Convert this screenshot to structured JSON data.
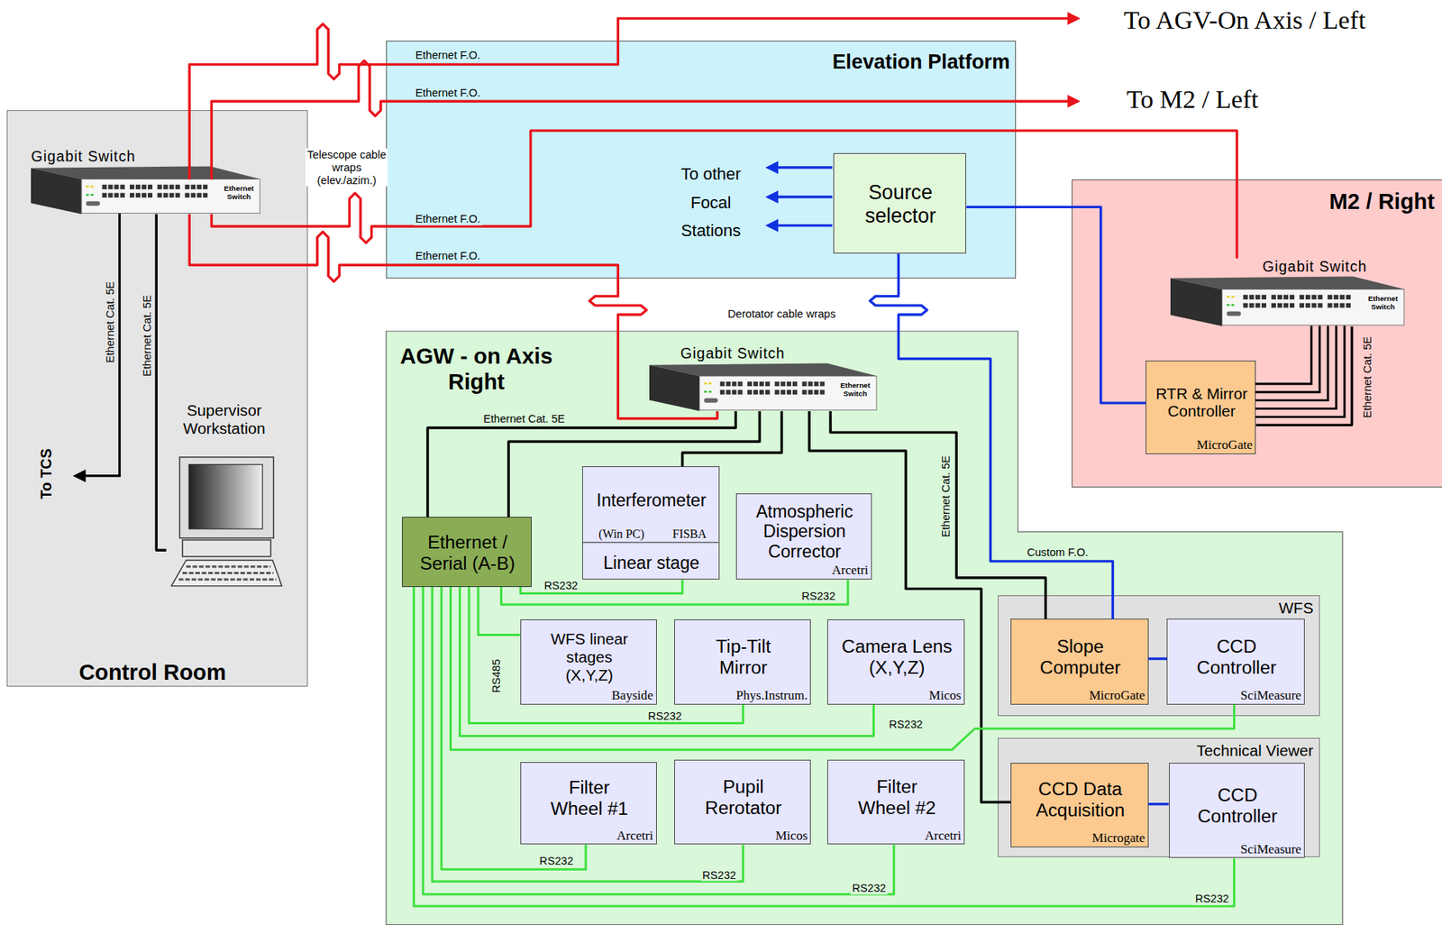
{
  "diagram": {
    "nodes": [
      {
        "text": [
          "Control Room"
        ]
      },
      {
        "text": [
          "Gigabit Switch",
          "Ethernet Switch"
        ],
        "in": 0
      },
      {
        "text": [
          "Supervisor Workstation"
        ],
        "in": 0
      },
      {
        "text": [
          "Elevation Platform"
        ]
      },
      {
        "text": [
          "Source selector"
        ],
        "in": 3
      },
      {
        "text": [
          "M2 / Right"
        ]
      },
      {
        "text": [
          "Gigabit Switch",
          "Ethernet Switch"
        ],
        "in": 5
      },
      {
        "text": [
          "RTR & Mirror Controller",
          "MicroGate"
        ],
        "in": 5
      },
      {
        "text": [
          "AGW - on Axis Right"
        ]
      },
      {
        "text": [
          "Gigabit Switch",
          "Ethernet Switch"
        ],
        "in": 8
      },
      {
        "text": [
          "Ethernet / Serial (A-B)"
        ],
        "in": 8
      },
      {
        "text": [
          "Interferometer",
          "(Win PC)",
          "FISBA",
          "Linear stage"
        ],
        "in": 8
      },
      {
        "text": [
          "Atmospheric Dispersion Corrector",
          "Arcetri"
        ],
        "in": 8
      },
      {
        "text": [
          "WFS linear stages (X,Y,Z)",
          "Bayside"
        ],
        "in": 8
      },
      {
        "text": [
          "Tip-Tilt Mirror",
          "Phys.Instrum."
        ],
        "in": 8
      },
      {
        "text": [
          "Camera Lens (X,Y,Z)",
          "Micos"
        ],
        "in": 8
      },
      {
        "text": [
          "Filter Wheel #1",
          "Arcetri"
        ],
        "in": 8
      },
      {
        "text": [
          "Pupil Rerotator",
          "Micos"
        ],
        "in": 8
      },
      {
        "text": [
          "Filter Wheel #2",
          "Arcetri"
        ],
        "in": 8
      },
      {
        "text": [
          "WFS"
        ],
        "in": 8
      },
      {
        "text": [
          "Slope Computer",
          "MicroGate"
        ],
        "in": 19
      },
      {
        "text": [
          "CCD Controller",
          "SciMeasure"
        ],
        "in": 19
      },
      {
        "text": [
          "Technical Viewer"
        ],
        "in": 8
      },
      {
        "text": [
          "CCD Data Acquisition",
          "Microgate"
        ],
        "in": 22
      },
      {
        "text": [
          "CCD Controller",
          "SciMeasure"
        ],
        "in": 22
      }
    ],
    "edges": [
      {
        "from": 1,
        "to": 2,
        "arrow": "none",
        "label": "Ethernet Cat. 5E"
      },
      {
        "from": 1,
        "to": 6,
        "arrow": "none",
        "label": "Ethernet F.O."
      },
      {
        "from": 1,
        "to": 9,
        "arrow": "none",
        "label": "Ethernet F.O."
      },
      {
        "from": 4,
        "to": 7,
        "arrow": "none"
      },
      {
        "from": 4,
        "to": 20,
        "arrow": "none",
        "label": "Custom F.O."
      },
      {
        "from": 6,
        "to": 7,
        "arrow": "none",
        "label": "Ethernet Cat. 5E"
      },
      {
        "from": 9,
        "to": 10,
        "arrow": "none",
        "label": "Ethernet Cat. 5E"
      },
      {
        "from": 9,
        "to": 10,
        "arrow": "none"
      },
      {
        "from": 9,
        "to": 11,
        "arrow": "none"
      },
      {
        "from": 9,
        "to": 20,
        "arrow": "none",
        "label": "Ethernet Cat. 5E"
      },
      {
        "from": 9,
        "to": 23,
        "arrow": "none"
      },
      {
        "from": 20,
        "to": 21,
        "arrow": "none"
      },
      {
        "from": 23,
        "to": 24,
        "arrow": "none"
      },
      {
        "from": 10,
        "to": 11,
        "arrow": "none",
        "label": "RS232"
      },
      {
        "from": 10,
        "to": 12,
        "arrow": "none",
        "label": "RS232"
      },
      {
        "from": 10,
        "to": 13,
        "arrow": "none",
        "label": "RS485"
      },
      {
        "from": 10,
        "to": 14,
        "arrow": "none",
        "label": "RS232"
      },
      {
        "from": 10,
        "to": 15,
        "arrow": "none",
        "label": "RS232"
      },
      {
        "from": 10,
        "to": 21,
        "arrow": "none"
      },
      {
        "from": 10,
        "to": 16,
        "arrow": "none",
        "label": "RS232"
      },
      {
        "from": 10,
        "to": 17,
        "arrow": "none",
        "label": "RS232"
      },
      {
        "from": 10,
        "to": 18,
        "arrow": "none",
        "label": "RS232"
      },
      {
        "from": 10,
        "to": 24,
        "arrow": "none",
        "label": "RS232"
      }
    ],
    "labels": [
      "Ethernet F.O.",
      "Ethernet F.O.",
      "To AGV-On Axis / Left",
      "To M2 / Left",
      "To TCS",
      "Ethernet Cat. 5E",
      "Telescope cable wraps (elev./azim.)",
      "To other Focal Stations",
      "Derotator cable wraps"
    ]
  }
}
